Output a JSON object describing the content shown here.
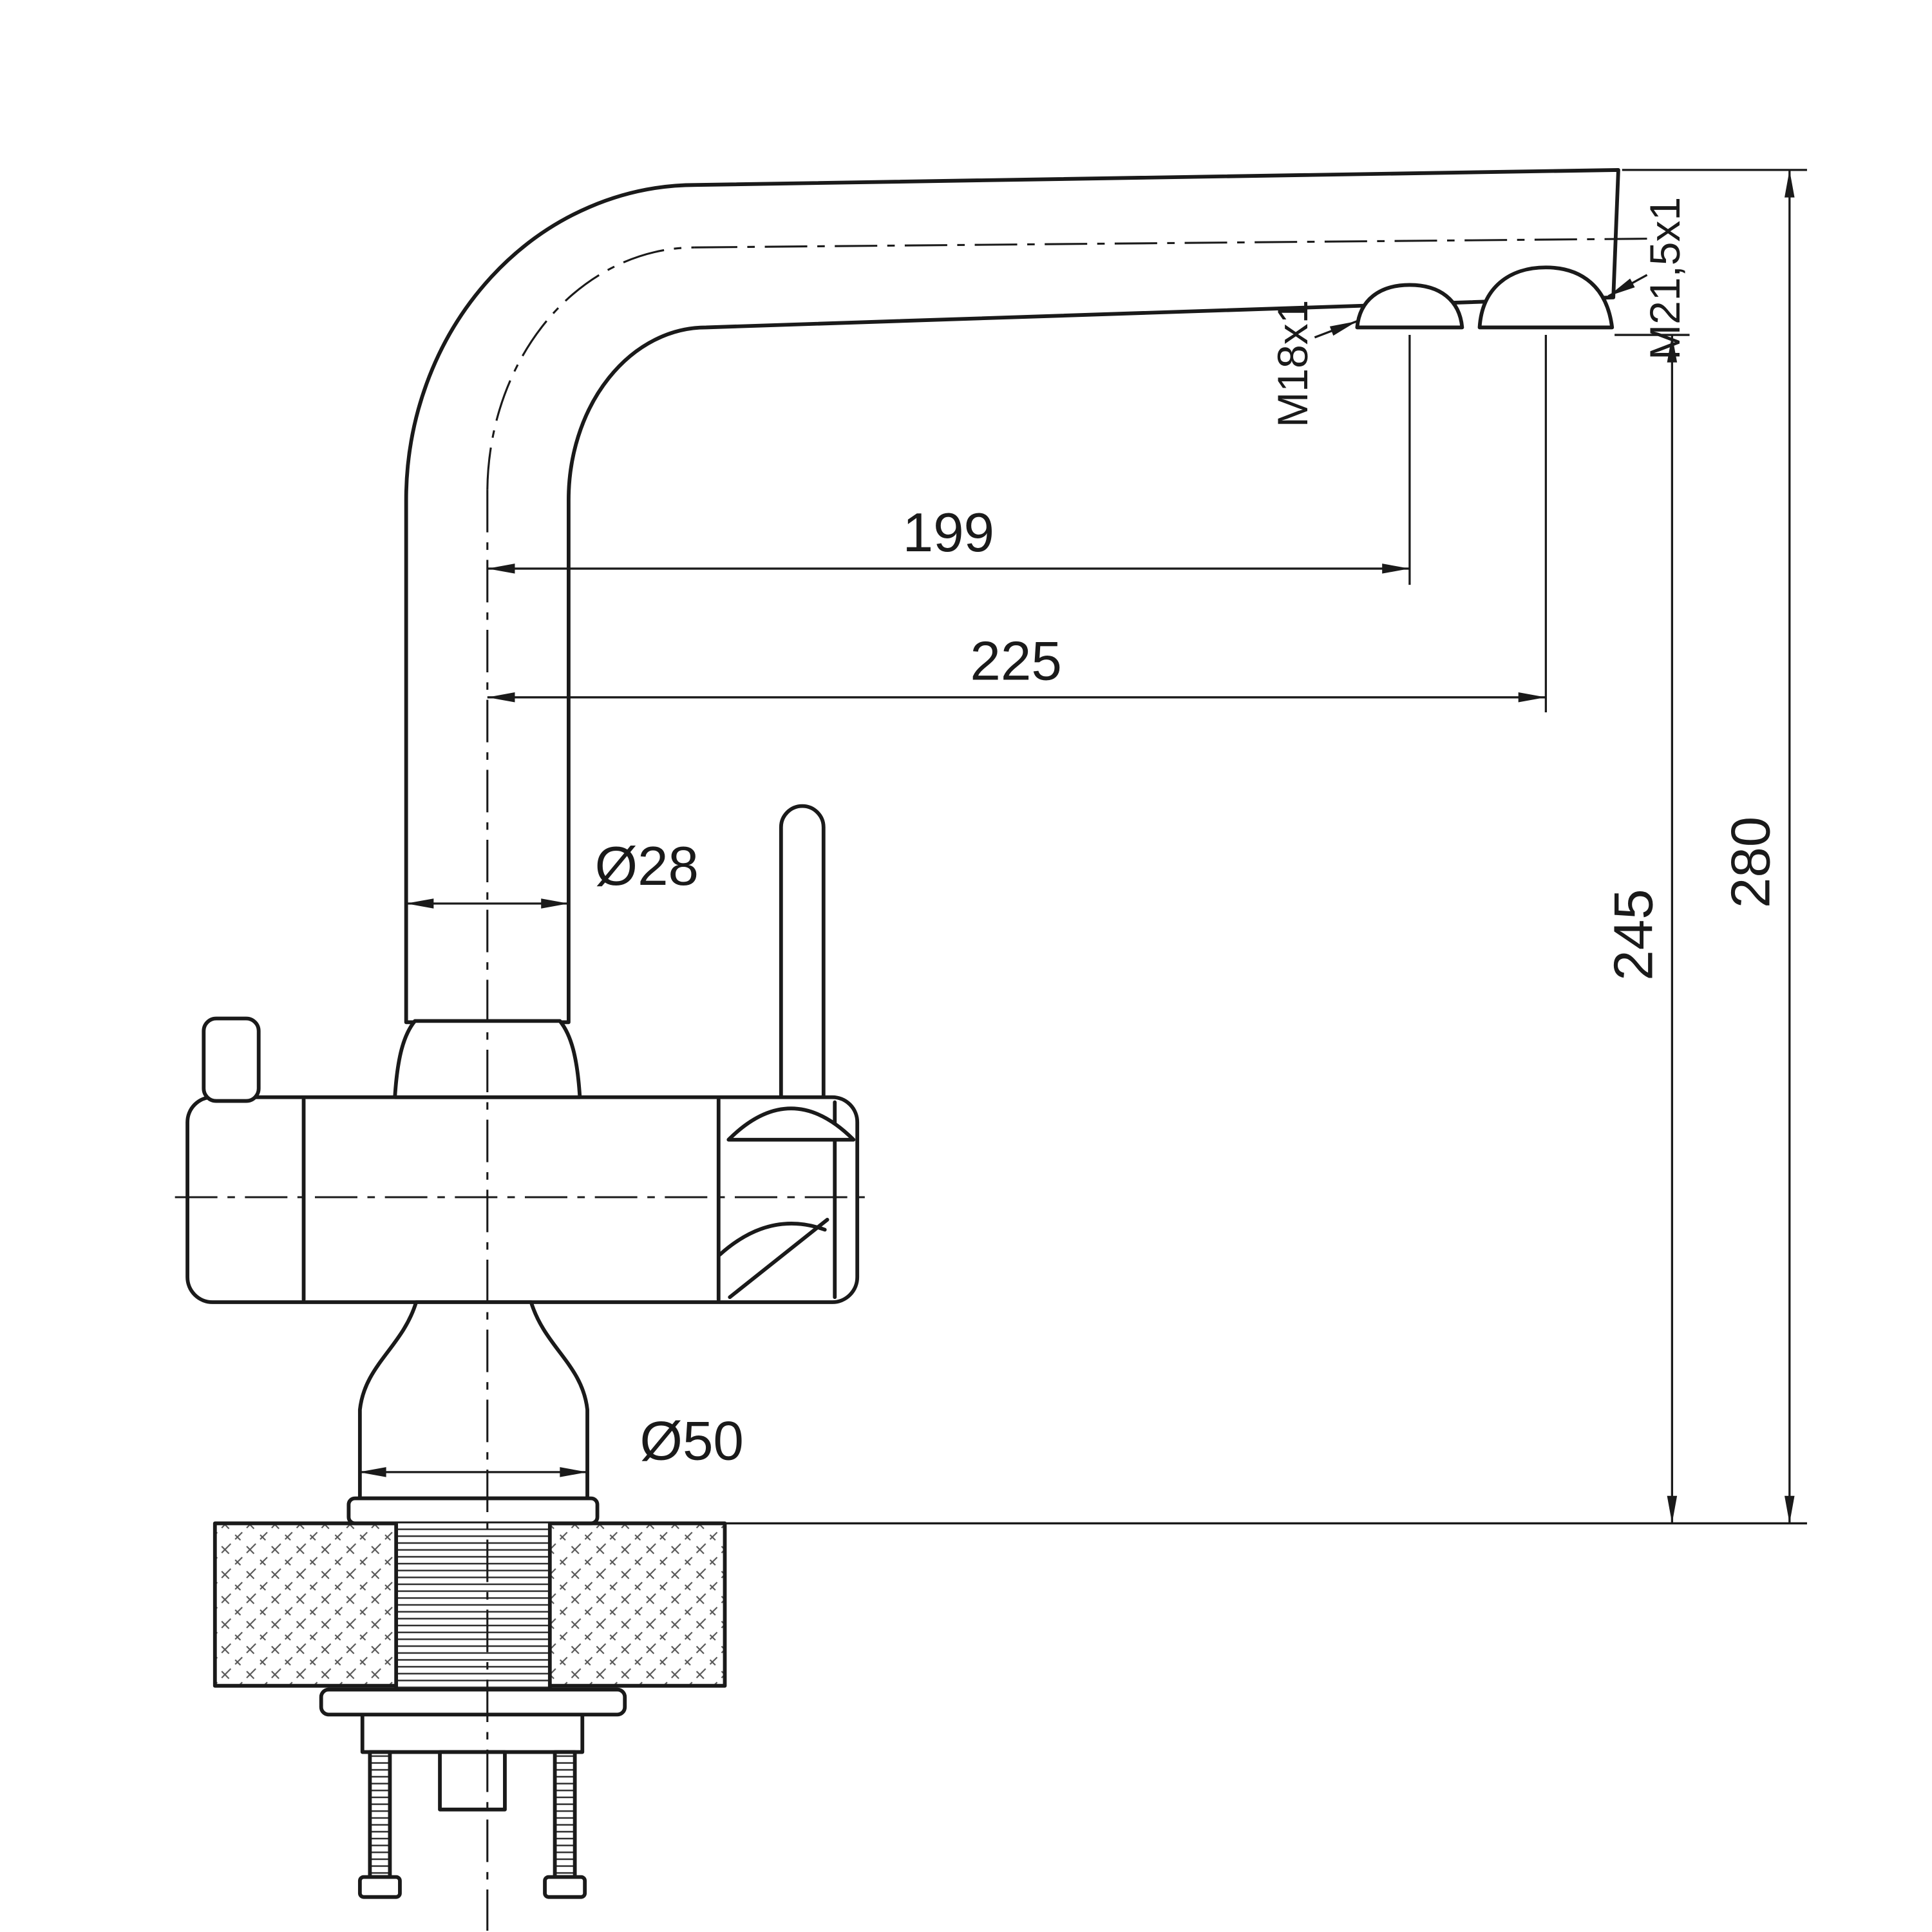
{
  "drawing": {
    "dims": {
      "d199": "199",
      "d225": "225",
      "d245": "245",
      "d280": "280",
      "dia28": "Ø28",
      "dia50": "Ø50",
      "m18": "M18x1",
      "m215": "M21,5x1"
    },
    "colors": {
      "line": "#1a1a1a",
      "background": "#ffffff"
    }
  }
}
